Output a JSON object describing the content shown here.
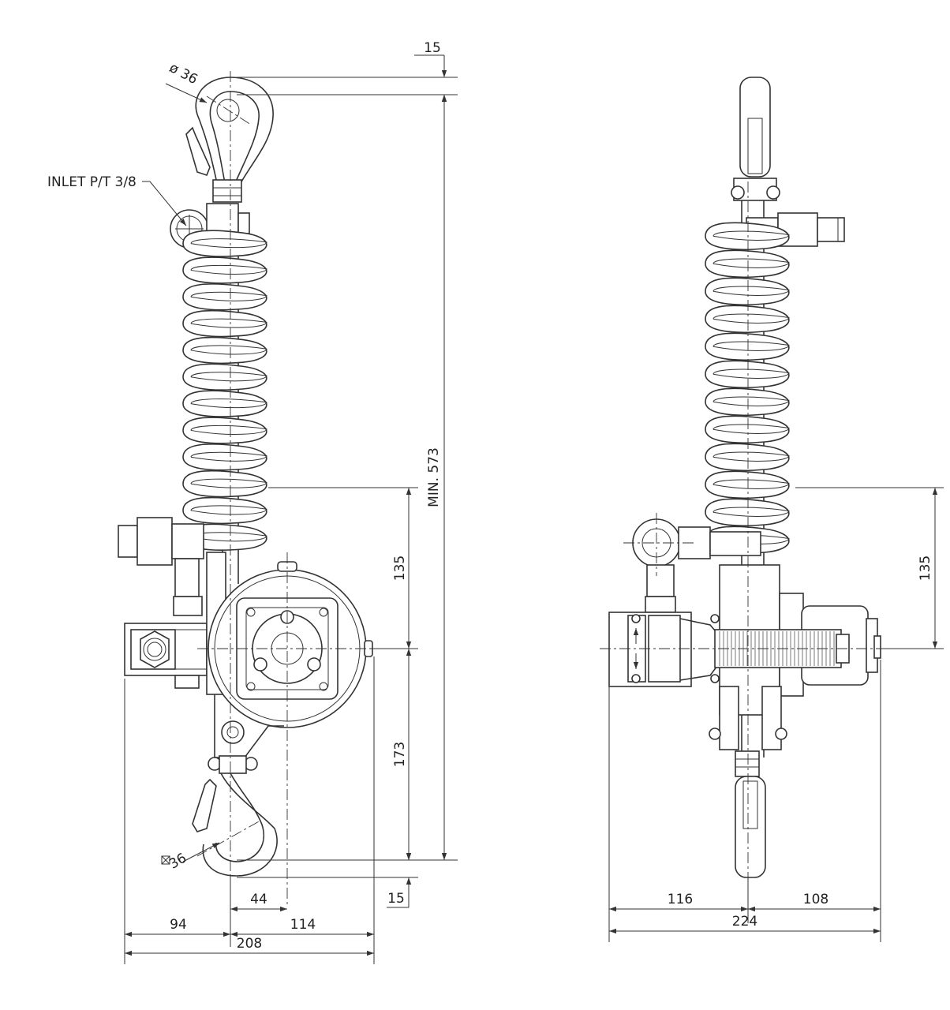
{
  "dimensions": {
    "top_offset": "15",
    "hook_top_diameter": "ø 36",
    "inlet": "INLET P/T 3/8",
    "min_length": "MIN. 573",
    "left_135": "135",
    "left_173": "173",
    "hook_bottom": "36",
    "bottom_offset": "15",
    "d44": "44",
    "d94": "94",
    "d114": "114",
    "d208": "208",
    "right_135": "135",
    "d116": "116",
    "d108": "108",
    "d224": "224"
  }
}
